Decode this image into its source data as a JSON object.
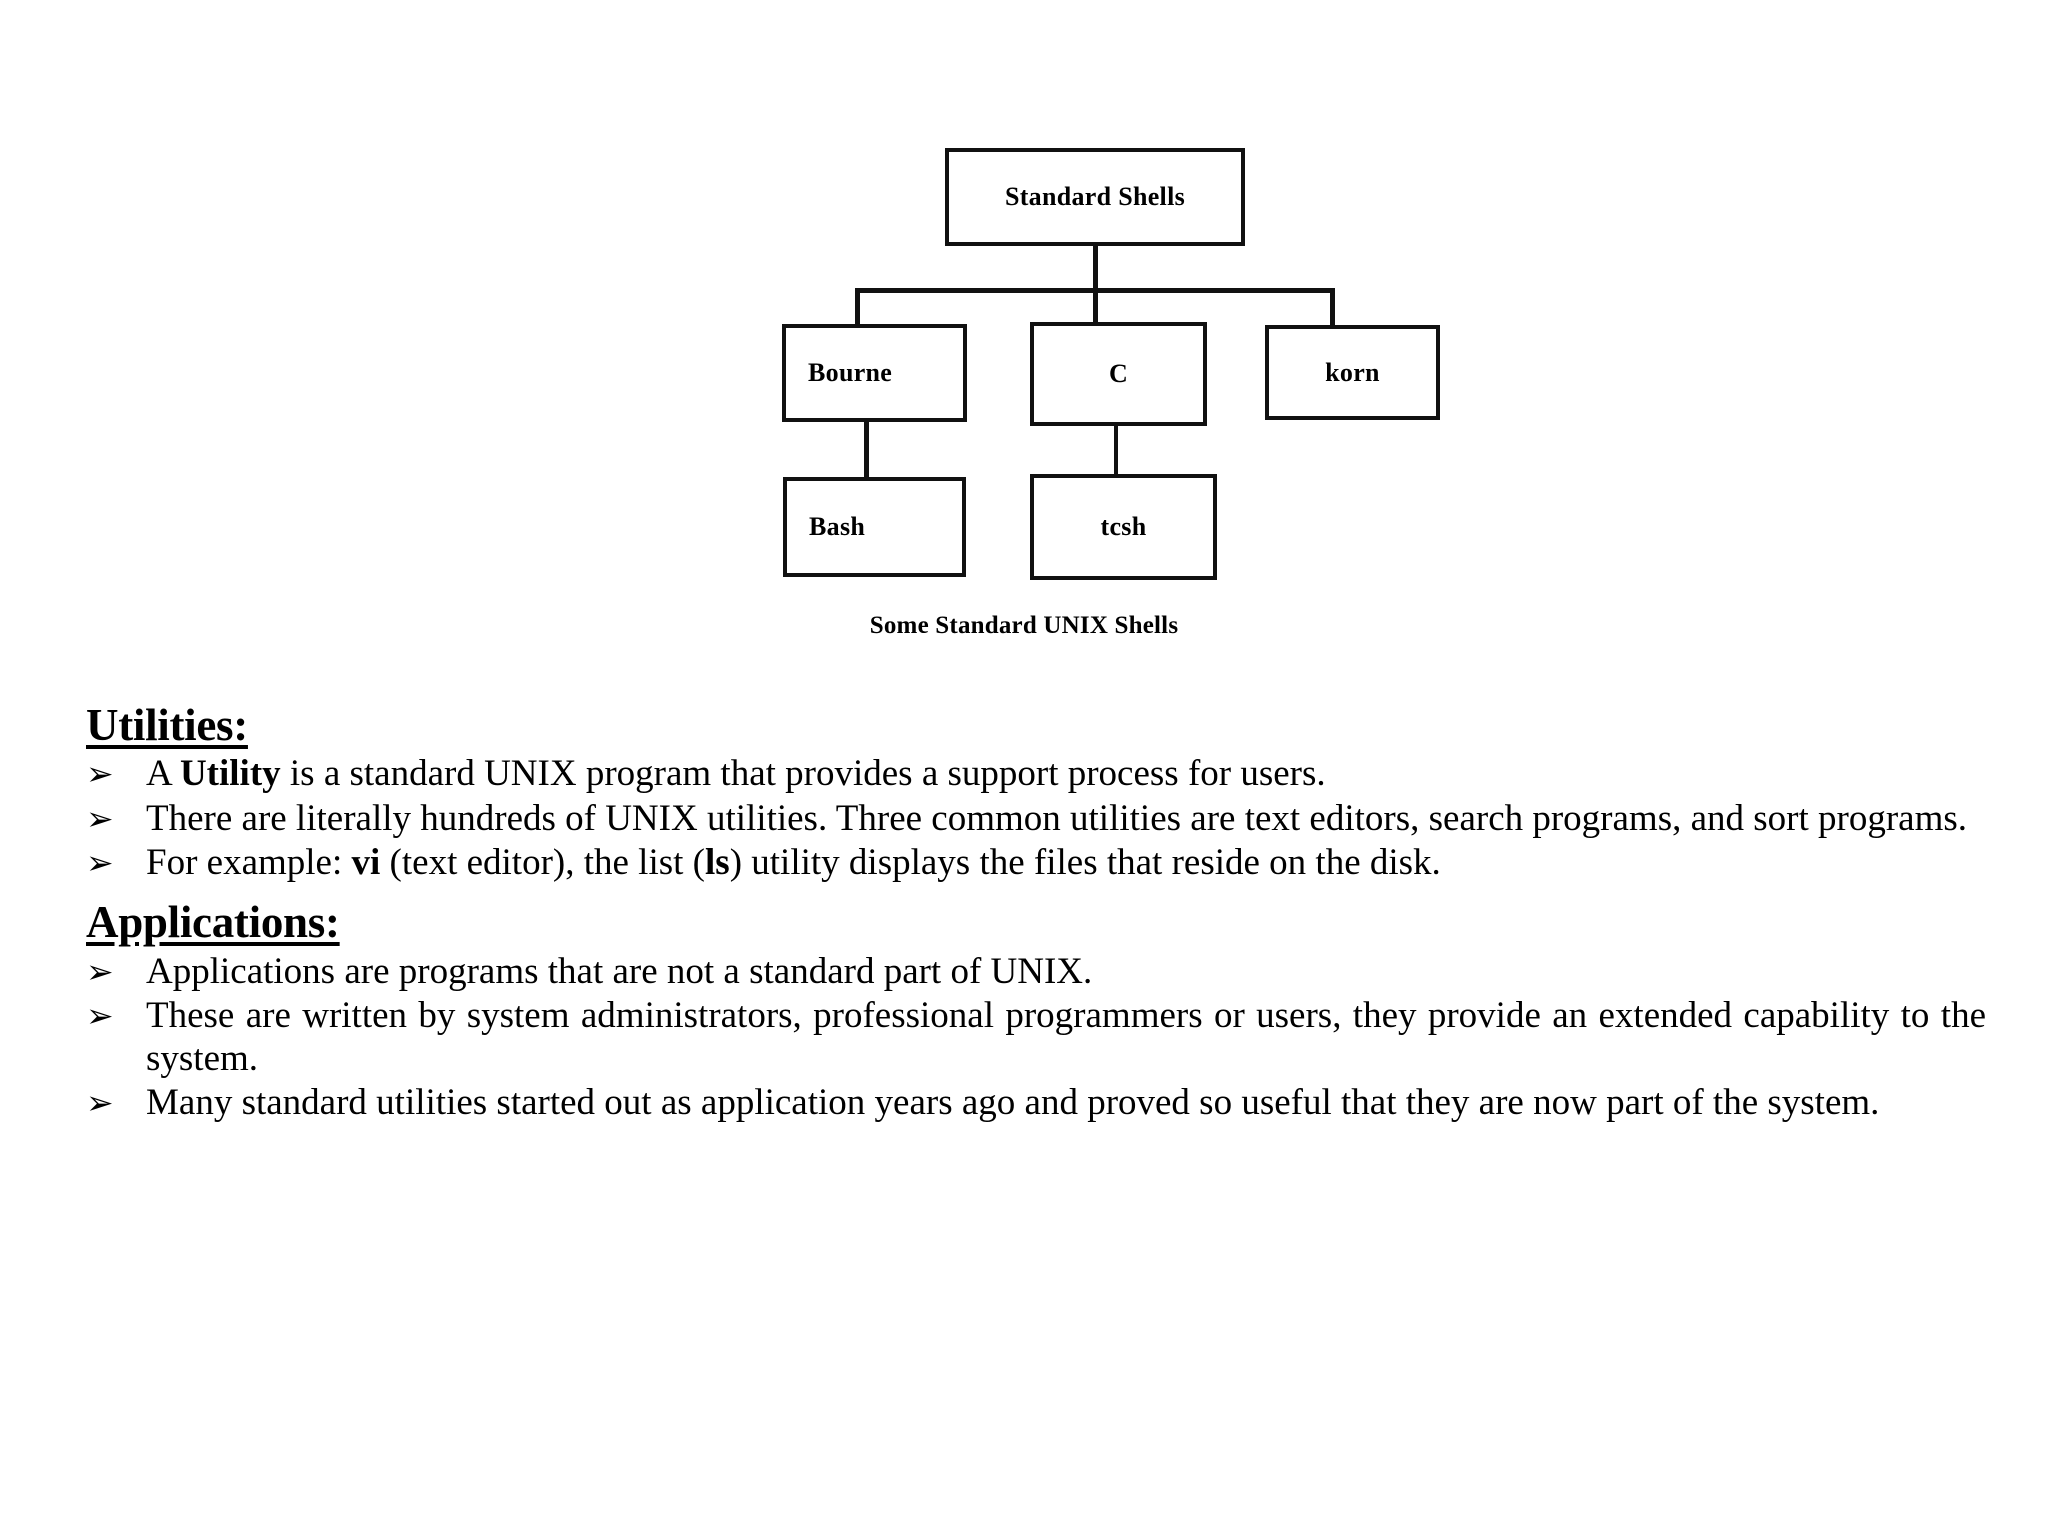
{
  "diagram": {
    "caption": "Some Standard UNIX Shells",
    "nodes": {
      "root": "Standard Shells",
      "bourne": "Bourne",
      "c": "C",
      "korn": "korn",
      "bash": "Bash",
      "tcsh": "tcsh"
    },
    "edges": [
      {
        "from": "Standard Shells",
        "to": "Bourne"
      },
      {
        "from": "Standard Shells",
        "to": "C"
      },
      {
        "from": "Standard Shells",
        "to": "korn"
      },
      {
        "from": "Bourne",
        "to": "Bash"
      },
      {
        "from": "C",
        "to": "tcsh"
      }
    ]
  },
  "sections": [
    {
      "heading": "Utilities:",
      "bullet_glyph": "➢",
      "bullets": [
        {
          "parts": [
            {
              "text": "A ",
              "bold": false
            },
            {
              "text": "Utility",
              "bold": true
            },
            {
              "text": " is a standard UNIX program that provides a support process for users.",
              "bold": false
            }
          ],
          "justify": false
        },
        {
          "parts": [
            {
              "text": "There are literally hundreds of UNIX utilities. Three common utilities are text editors, search programs, and sort programs.",
              "bold": false
            }
          ],
          "justify": true
        },
        {
          "parts": [
            {
              "text": "For example: ",
              "bold": false
            },
            {
              "text": "vi",
              "bold": true
            },
            {
              "text": " (text editor), the list (",
              "bold": false
            },
            {
              "text": "ls",
              "bold": true
            },
            {
              "text": ") utility displays the files that reside on the disk.",
              "bold": false
            }
          ],
          "justify": false
        }
      ]
    },
    {
      "heading": "Applications:",
      "bullet_glyph": "➢",
      "bullets": [
        {
          "parts": [
            {
              "text": "Applications are programs that are not a standard part of UNIX.",
              "bold": false
            }
          ],
          "justify": false
        },
        {
          "parts": [
            {
              "text": "These are written by system administrators, professional programmers or users, they provide an extended capability to the system.",
              "bold": false
            }
          ],
          "justify": true
        },
        {
          "parts": [
            {
              "text": "Many standard utilities started out as application years ago and proved so useful that they are now part of the system.",
              "bold": false
            }
          ],
          "justify": true
        }
      ]
    }
  ]
}
